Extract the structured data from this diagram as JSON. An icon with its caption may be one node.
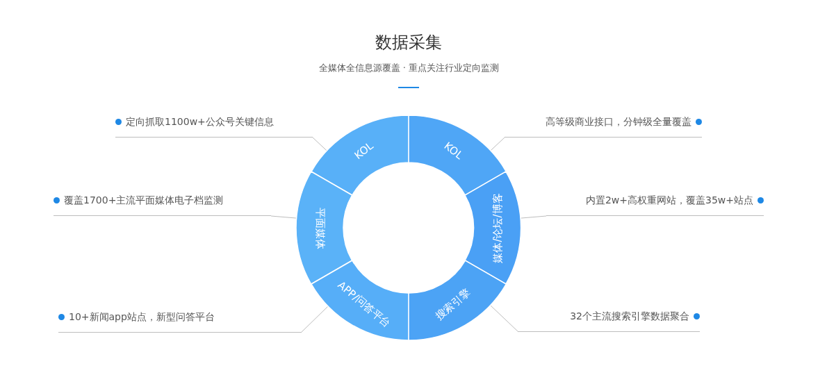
{
  "diagram": {
    "title": "数据采集",
    "caption": "全媒体全信息源覆盖 · 重点关注行业定向监测",
    "nodes": [
      {
        "text": [
          "KOL"
        ]
      },
      {
        "text": [
          "KOL"
        ]
      },
      {
        "text": [
          "平面媒体"
        ]
      },
      {
        "text": [
          "媒体/论坛/博客"
        ]
      },
      {
        "text": [
          "APP/问答平台"
        ]
      },
      {
        "text": [
          "搜索引擎"
        ]
      },
      {
        "text": [
          "定向抓取1100w+公众号关键信息"
        ]
      },
      {
        "text": [
          "高等级商业接口，分钟级全量覆盖"
        ]
      },
      {
        "text": [
          "覆盖1700+主流平面媒体电子档监测"
        ]
      },
      {
        "text": [
          "内置2w+高权重网站，覆盖35w+站点"
        ]
      },
      {
        "text": [
          "10+新闻app站点，新型问答平台"
        ]
      },
      {
        "text": [
          "32个主流搜索引擎数据聚合"
        ]
      }
    ],
    "edges": [
      {
        "from": 6,
        "to": 0,
        "arrow": "none"
      },
      {
        "from": 7,
        "to": 1,
        "arrow": "none"
      },
      {
        "from": 8,
        "to": 2,
        "arrow": "none"
      },
      {
        "from": 9,
        "to": 3,
        "arrow": "none"
      },
      {
        "from": 10,
        "to": 4,
        "arrow": "none"
      },
      {
        "from": 11,
        "to": 5,
        "arrow": "none"
      }
    ]
  }
}
